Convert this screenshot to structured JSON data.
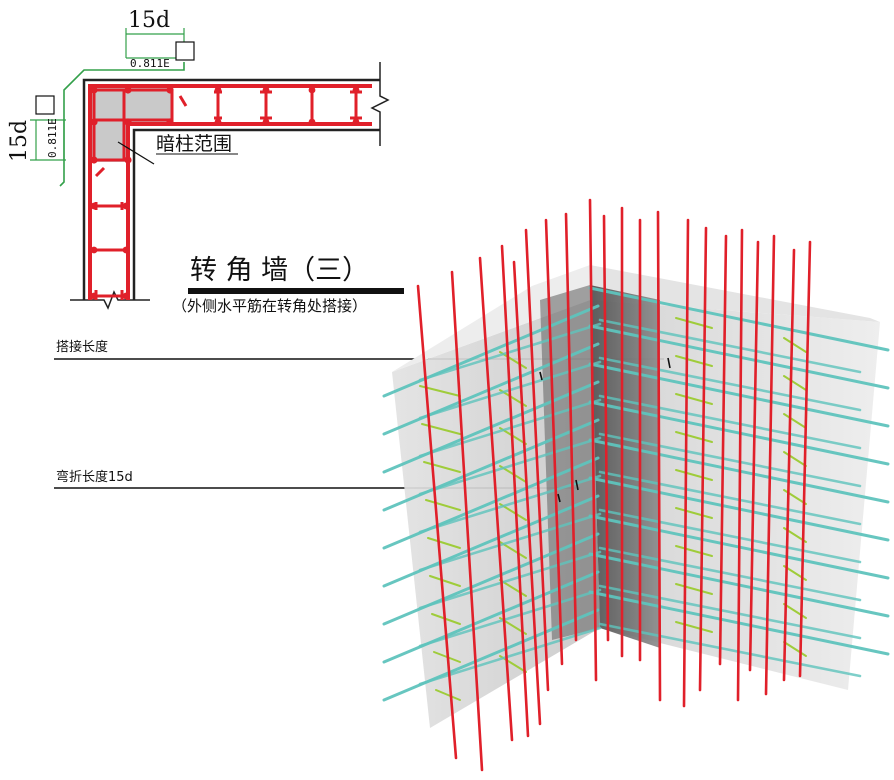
{
  "title": "转 角 墙（三）",
  "subtitle": "（外侧水平筋在转角处搭接）",
  "plan": {
    "dim_top": "15d",
    "dim_left": "15d",
    "lap_top": "0.811E",
    "lap_left": "0.811E",
    "hidden_column_label": "暗柱范围"
  },
  "callouts": {
    "lap_length": "搭接长度",
    "bend_length": "弯折长度15d"
  },
  "colors": {
    "vertical_rebar": "#e0202a",
    "horizontal_rebar": "#5fc4bd",
    "tie": "#9fcc3a",
    "concrete": "#dcdcdc",
    "column_zone": "#7a7a7a",
    "dim_line": "#33a04a"
  }
}
